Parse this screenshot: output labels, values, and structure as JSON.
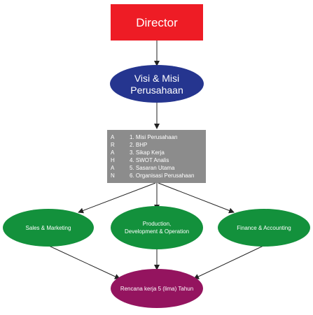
{
  "director": {
    "label": "Director",
    "color": "#ee1c25"
  },
  "visi_misi": {
    "line1": "Visi & Misi",
    "line2": "Perusahaan",
    "color": "#25358f"
  },
  "analysis_box": {
    "color": "#8c8c8c",
    "letters": [
      "A",
      "R",
      "A",
      "H",
      "A",
      "N"
    ],
    "items": [
      "1. Misi Perusahaan",
      "2. BHP",
      "3. Sikap Kerja",
      "4. SWOT Analis",
      "5. Sasaran Utama",
      "6. Organisasi Perusahaan"
    ]
  },
  "departments": {
    "color": "#13913c",
    "sales": {
      "label": "Sales & Marketing"
    },
    "production": {
      "line1": "Production,",
      "line2": "Development & Operation"
    },
    "finance": {
      "label": "Finance & Accounting"
    }
  },
  "rencana": {
    "label": "Rencana kerja 5 (lima) Tahun",
    "color": "#94145f"
  }
}
